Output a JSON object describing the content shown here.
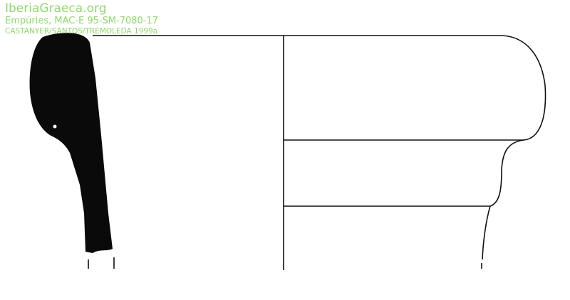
{
  "watermark": {
    "site": "IberiaGraeca.org",
    "reference": "Empúries, MAC-E 95-SM-7080-17",
    "citation": "CASTANYER/SANTOS/TREMOLEDA 1999a"
  },
  "colors": {
    "watermark": "#8fd96a",
    "ink": "#111111"
  }
}
